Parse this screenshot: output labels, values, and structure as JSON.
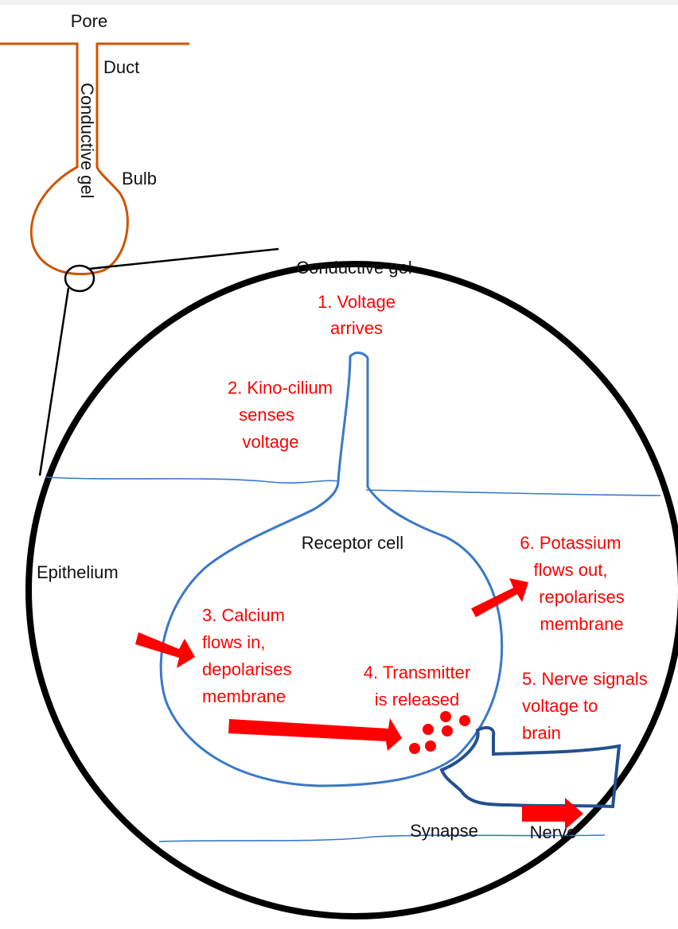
{
  "colors": {
    "ampulla": "#cc5500",
    "cell": "#3a78c8",
    "nerve": "#24508c",
    "circle": "#000000",
    "annotation": "#ff0000",
    "label": "#111111"
  },
  "labels": {
    "pore": "Pore",
    "duct": "Duct",
    "conductive_gel_vertical": "Conductive gel",
    "bulb": "Bulb",
    "conductive_gel": "Conductive gel",
    "receptor_cell": "Receptor cell",
    "epithelium": "Epithelium",
    "synapse": "Synapse",
    "nerve": "Nerve"
  },
  "steps": [
    {
      "lines": [
        "1. Voltage",
        "arrives"
      ]
    },
    {
      "lines": [
        "2. Kino-cilium",
        "senses",
        "voltage"
      ]
    },
    {
      "lines": [
        "3. Calcium",
        "flows in,",
        "depolarises",
        "membrane"
      ]
    },
    {
      "lines": [
        "4. Transmitter",
        "is released"
      ]
    },
    {
      "lines": [
        "5. Nerve signals",
        "voltage to",
        "brain"
      ]
    },
    {
      "lines": [
        "6. Potassium",
        "flows out,",
        "repolarises",
        "membrane"
      ]
    }
  ]
}
